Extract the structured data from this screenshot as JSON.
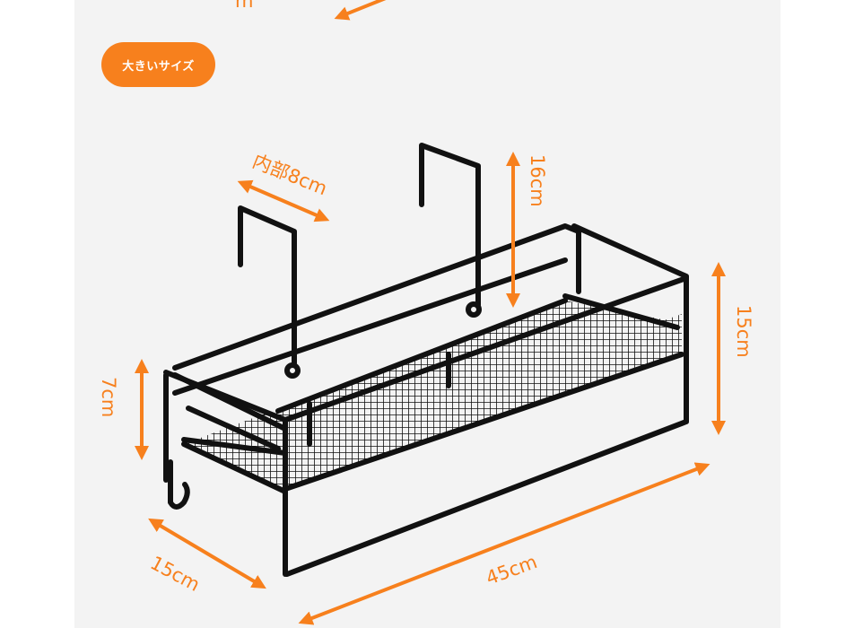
{
  "badge": {
    "label": "大きいサイズ"
  },
  "dimensions": {
    "inner": "内部8cm",
    "hook_height": "16cm",
    "height": "15cm",
    "basket_height": "7cm",
    "depth": "15cm",
    "width": "45cm",
    "top_cut": "m"
  },
  "colors": {
    "accent": "#f7801d",
    "frame": "#111111",
    "panel": "#f3f3f3"
  }
}
